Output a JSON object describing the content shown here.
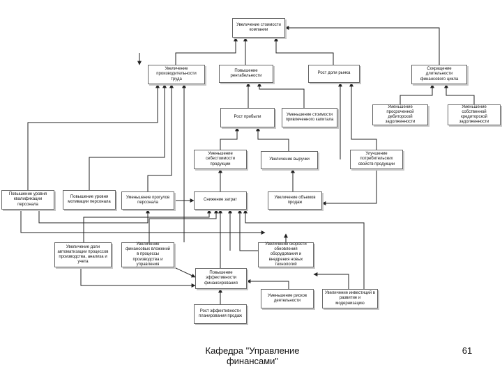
{
  "diagram": {
    "nodes": {
      "n_top": "Увеличение стоимости компании",
      "n_productivity": "Увеличение производительности труда",
      "n_profitability": "Повышение рентабельности",
      "n_sales_growth": "Рост доли рынка",
      "n_fin_cycle": "Сокращение длительности финансового цикла",
      "n_profit_growth": "Рост прибыли",
      "n_reduce_cost_capital": "Уменьшение стоимости привлеченного капитала",
      "n_reduce_receivables": "Уменьшение просроченной дебиторской задолженности",
      "n_reduce_payables": "Уменьшение собственной кредиторской задолженности",
      "n_reduce_cost_products": "Уменьшение себестоимости продукции",
      "n_revenue_growth": "Увеличение выручки",
      "n_improve_quality": "Улучшение потребительских свойств продукции",
      "n_staff_qualification": "Повышение уровня квалификации персонала",
      "n_staff_motivation": "Повышение уровня мотивации персонала",
      "n_reduce_absences": "Уменьшение прогулов персонала",
      "n_reduce_costs": "Снижение затрат",
      "n_sales_volume": "Увеличение объемов продаж",
      "n_automation": "Увеличение доли автоматизации процессов производства, анализа и учета",
      "n_fin_instruments": "Увеличение финансовых вложений в процессы производства и управления",
      "n_equipment_update": "Увеличение скорости обновления оборудования и внедрения новых технологий",
      "n_fin_efficiency": "Повышение эффективности финансирования",
      "n_reduce_risk": "Уменьшение рисков деятельности",
      "n_innovation": "Увеличение инвестиций в развитие и модернизацию",
      "n_sales_planning": "Рост эффективности планирования продаж"
    }
  },
  "footer": {
    "department": "Кафедра \"Управление финансами\"",
    "page_number": "61"
  },
  "colors": {
    "line": "#222222",
    "box_border": "#666666",
    "box_shadow": "#c8c8c8"
  }
}
